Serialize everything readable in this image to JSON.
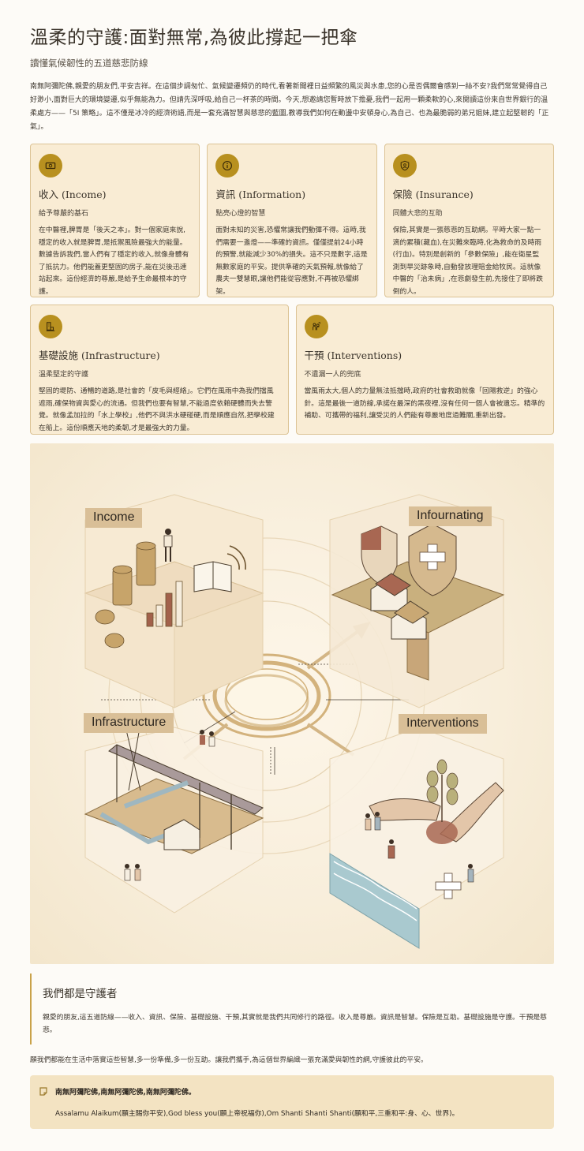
{
  "header": {
    "title": "溫柔的守護:面對無常,為彼此撐起一把傘",
    "subtitle": "讀懂氣候韌性的五道慈悲防線"
  },
  "intro": "南無阿彌陀佛,親愛的朋友們,平安吉祥。在這個步調匆忙、氣候變遷頻仍的時代,看著新聞裡日益頻繁的風災與水患,您的心是否偶爾會感到一絲不安?我們常常覺得自己好渺小,面對巨大的環境變遷,似乎無能為力。但請先深呼吸,給自己一杯茶的時間。今天,想邀請您暫時放下擔憂,我們一起用一顆柔軟的心,來閱讀這份來自世界銀行的溫柔處方——「5I 策略」。這不僅是冰冷的經濟術語,而是一套充滿智慧與慈悲的藍圖,教導我們如何在動盪中安頓身心,為自己、也為最脆弱的弟兄姐妹,建立起堅韌的「正氣」。",
  "cards": [
    {
      "icon": "money-bill-icon",
      "title": "收入 (Income)",
      "tagline": "給予尊嚴的基石",
      "body": "在中醫裡,脾胃是「後天之本」。對一個家庭來說,穩定的收入就是脾胃,是抵禦風險最強大的能量。數據告訴我們,當人們有了穩定的收入,就像身體有了抵抗力。他們能蓋更堅固的房子,能在災後迅速站起來。這份經濟的尊嚴,是給予生命最根本的守護。"
    },
    {
      "icon": "info-circle-icon",
      "title": "資訊 (Information)",
      "tagline": "點亮心燈的智慧",
      "body": "面對未知的災害,恐懼常讓我們動彈不得。這時,我們需要一盞燈——準確的資訊。僅僅提前24小時的預警,就能減少30%的損失。這不只是數字,這是無數家庭的平安。提供準確的天氣預報,就像給了農夫一雙慧眼,讓他們能從容應對,不再被恐懼綁架。"
    },
    {
      "icon": "shield-user-icon",
      "title": "保險 (Insurance)",
      "tagline": "同體大悲的互助",
      "body": "保險,其實是一張慈悲的互助網。平時大家一點一滴的累積(藏血),在災難來臨時,化為救命的及時雨(行血)。特別是創新的「參數保險」,能在衛星監測到旱災跡象時,自動發放理賠金給牧民。這就像中醫的「治未病」,在悲劇發生前,先接住了即將跌倒的人。"
    },
    {
      "icon": "building-icon",
      "title": "基礎設施 (Infrastructure)",
      "tagline": "溫柔堅定的守護",
      "body": "堅固的堤防、通暢的道路,是社會的「皮毛與經絡」。它們在風雨中為我們擋風遮雨,確保物資與愛心的流通。但我們也要有智慧,不能過度依賴硬體而失去警覺。就像孟加拉的「水上學校」,他們不與洪水硬碰硬,而是順應自然,把學校建在船上。這份順應天地的柔韌,才是最強大的力量。"
    },
    {
      "icon": "people-help-icon",
      "title": "干預 (Interventions)",
      "tagline": "不遺漏一人的兜底",
      "body": "當風雨太大,個人的力量無法抵擋時,政府的社會救助就像「回陽救逆」的強心針。這是最後一道防線,承諾在最深的黑夜裡,沒有任何一個人會被遺忘。精準的補助、可攜帶的福利,讓受災的人們能有尊嚴地度過難關,重新出發。"
    }
  ],
  "illustration": {
    "labels": {
      "top_left": "Income",
      "top_right": "Infournating",
      "bottom_left": "Infrastructure",
      "bottom_right": "Interventions"
    }
  },
  "closing": {
    "title": "我們都是守護者",
    "body": "親愛的朋友,這五道防線——收入、資訊、保險、基礎設施、干預,其實就是我們共同修行的路徑。收入是尊嚴。資訊是智慧。保險是互助。基礎設施是守護。干預是慈悲。"
  },
  "final_line": "願我們都能在生活中落實這些智慧,多一份準備,多一份互助。讓我們攜手,為這個世界編織一張充滿愛與韌性的網,守護彼此的平安。",
  "prayer": {
    "icon": "note-icon",
    "title": "南無阿彌陀佛,南無阿彌陀佛,南無阿彌陀佛。",
    "body": "Assalamu Alaikum(願主賜你平安),God bless you(願上帝祝福你),Om Shanti Shanti Shanti(願和平,三重和平:身、心、世界)。"
  },
  "colors": {
    "card_bg": "#f9ecd4",
    "card_border": "#dcc395",
    "icon_gold": "#b8901f",
    "label_tan": "#d9bf97",
    "prayer_bg": "#f3e3c2",
    "accent_bar": "#c9a24a"
  }
}
